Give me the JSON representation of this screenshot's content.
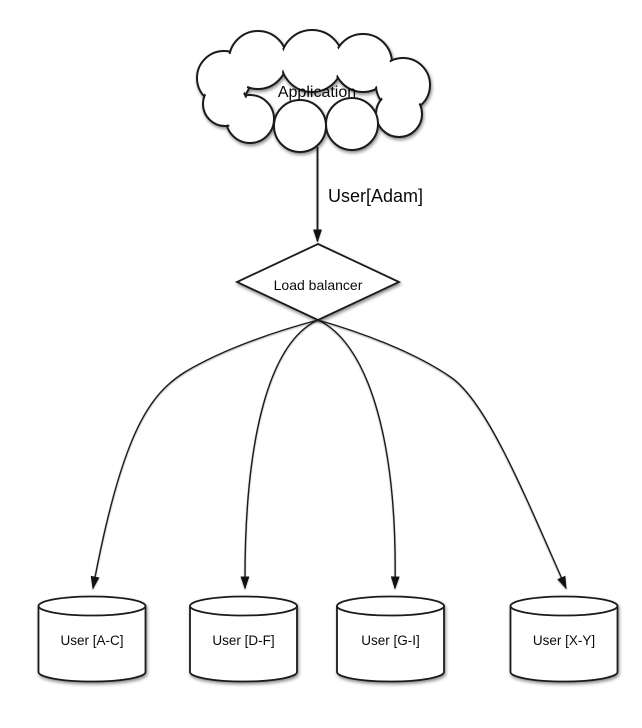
{
  "colors": {
    "background": "#ffffff",
    "line": "#1b1b1b",
    "shape_fill": "#ffffff",
    "text": "#000000"
  },
  "nodes": {
    "application": {
      "label": "Application",
      "shape": "cloud"
    },
    "load_balancer": {
      "label": "Load balancer",
      "shape": "diamond"
    },
    "shards": [
      {
        "label": "User [A-C]",
        "shape": "cylinder"
      },
      {
        "label": "User [D-F]",
        "shape": "cylinder"
      },
      {
        "label": "User [G-I]",
        "shape": "cylinder"
      },
      {
        "label": "User [X-Y]",
        "shape": "cylinder"
      }
    ]
  },
  "edges": {
    "request": {
      "from": "Application",
      "to": "Load balancer",
      "label": "User[Adam]"
    },
    "fanout": [
      {
        "from": "Load balancer",
        "to": "User [A-C]"
      },
      {
        "from": "Load balancer",
        "to": "User [D-F]"
      },
      {
        "from": "Load balancer",
        "to": "User [G-I]"
      },
      {
        "from": "Load balancer",
        "to": "User [X-Y]"
      }
    ]
  }
}
